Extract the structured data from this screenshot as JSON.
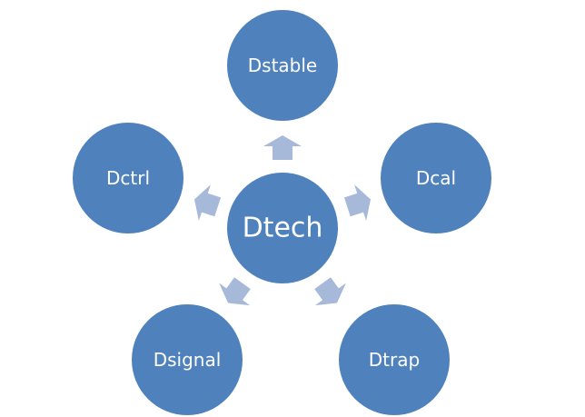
{
  "diagram": {
    "type": "radial-cycle",
    "center": {
      "label": "Dtech"
    },
    "nodes": [
      {
        "label": "Dstable"
      },
      {
        "label": "Dcal"
      },
      {
        "label": "Dtrap"
      },
      {
        "label": "Dsignal"
      },
      {
        "label": "Dctrl"
      }
    ],
    "colors": {
      "node_fill": "#4F81BD",
      "arrow_fill": "#A7B9D9",
      "text": "#FFFFFF",
      "background": "#FFFFFF"
    }
  }
}
